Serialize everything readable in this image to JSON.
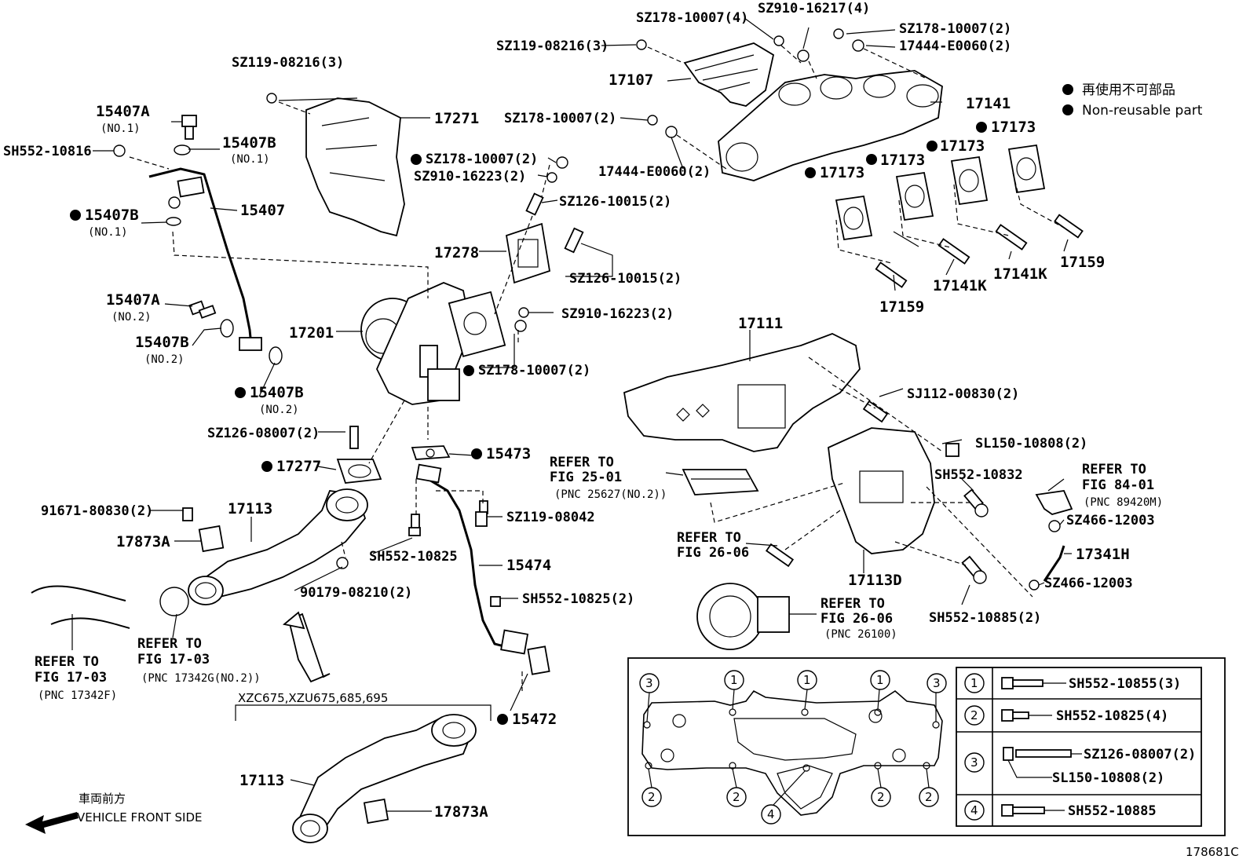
{
  "legend": {
    "jp": "再使用不可部品",
    "en": "Non-reusable part"
  },
  "figure_id": "178681C",
  "direction": {
    "jp": "車両前方",
    "en": "VEHICLE FRONT SIDE"
  },
  "variant_label": "XZC675,XZU675,685,695",
  "labels": {
    "sz178_10007_4": "SZ178-10007(4)",
    "sz910_16217_4": "SZ910-16217(4)",
    "sz178_10007_2_top": "SZ178-10007(2)",
    "e17444_e0060_top": "17444-E0060(2)",
    "sz119_08216_3_top": "SZ119-08216(3)",
    "p17107": "17107",
    "p17141": "17141",
    "sz178_10007_2_mid": "SZ178-10007(2)",
    "e17444_e0060_mid": "17444-E0060(2)",
    "sz119_08216_3_left": "SZ119-08216(3)",
    "p17271": "17271",
    "p15407A_1": "15407A",
    "no1_a": "(NO.1)",
    "sh552_10816": "SH552-10816",
    "p15407B_1": "15407B",
    "no1_b": "(NO.1)",
    "p15407B_1b": "15407B",
    "no1_c": "(NO.1)",
    "p15407": "15407",
    "sz178_10007_2_nr": "SZ178-10007(2)",
    "sz910_16223_2_top": "SZ910-16223(2)",
    "sz126_10015_2_top": "SZ126-10015(2)",
    "p17278": "17278",
    "sz126_10015_2_bot": "SZ126-10015(2)",
    "sz910_16223_2_bot": "SZ910-16223(2)",
    "p15407A_2": "15407A",
    "no2_a": "(NO.2)",
    "p15407B_2": "15407B",
    "no2_b": "(NO.2)",
    "p17201": "17201",
    "sz178_10007_2_nr2": "SZ178-10007(2)",
    "p15407B_2nr": "15407B",
    "no2_c": "(NO.2)",
    "p17173_a": "17173",
    "p17173_b": "17173",
    "p17173_c": "17173",
    "p17173_d": "17173",
    "p17159_a": "17159",
    "p17141K_a": "17141K",
    "p17141K_b": "17141K",
    "p17159_b": "17159",
    "p17111": "17111",
    "sj112_00830": "SJ112-00830(2)",
    "sl150_10808": "SL150-10808(2)",
    "sz126_08007": "SZ126-08007(2)",
    "p17277": "17277",
    "p15473": "15473",
    "refer_25_01_a": "REFER TO",
    "refer_25_01_b": "FIG 25-01",
    "refer_25_01_c": "(PNC 25627(NO.2))",
    "sh552_10832": "SH552-10832",
    "refer_84_01_a": "REFER TO",
    "refer_84_01_b": "FIG 84-01",
    "refer_84_01_c": "(PNC 89420M)",
    "sz466_12003_top": "SZ466-12003",
    "p91671": "91671-80830(2)",
    "p17113_top": "17113",
    "sz119_08042": "SZ119-08042",
    "p17873A_top": "17873A",
    "refer_26_06_a": "REFER TO",
    "refer_26_06_b": "FIG 26-06",
    "p17341H": "17341H",
    "sh552_10825": "SH552-10825",
    "p15474": "15474",
    "p17113D": "17113D",
    "sz466_12003_bot": "SZ466-12003",
    "p90179": "90179-08210(2)",
    "sh552_10825_2": "SH552-10825(2)",
    "refer_26_06b_a": "REFER TO",
    "refer_26_06b_b": "FIG 26-06",
    "refer_26_06b_c": "(PNC 26100)",
    "sh552_10885_2": "SH552-10885(2)",
    "refer_17_03_a": "REFER TO",
    "refer_17_03_b": "FIG 17-03",
    "refer_17_03_c": "(PNC 17342G(NO.2))",
    "refer_17_03f_a": "REFER TO",
    "refer_17_03f_b": "FIG 17-03",
    "refer_17_03f_c": "(PNC 17342F)",
    "p15472": "15472",
    "p17113_bot": "17113",
    "p17873A_bot": "17873A"
  },
  "bolt_table": [
    {
      "num": "1",
      "part": "SH552-10855(3)"
    },
    {
      "num": "2",
      "part": "SH552-10825(4)"
    },
    {
      "num": "3",
      "part": "SZ126-08007(2)",
      "part2": "SL150-10808(2)"
    },
    {
      "num": "4",
      "part": "SH552-10885"
    }
  ],
  "gasket_markers": {
    "one": "1",
    "two": "2",
    "three": "3",
    "four": "4"
  }
}
